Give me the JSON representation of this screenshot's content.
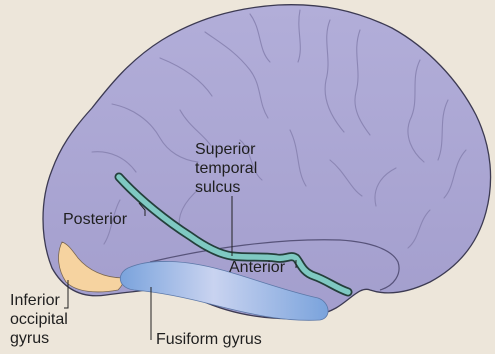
{
  "labels": {
    "superior_temporal_sulcus": [
      "Superior",
      "temporal",
      "sulcus"
    ],
    "posterior": "Posterior",
    "anterior": "Anterior",
    "inferior_occipital_gyrus": [
      "Inferior",
      "occipital",
      "gyrus"
    ],
    "fusiform_gyrus": "Fusiform gyrus"
  },
  "colors": {
    "background": "#ede6da",
    "brain_fill": "#aba6d3",
    "brain_outline": "#3c3a52",
    "brain_fold_lines": "#8b86b4",
    "sulcus_fill": "#7fc9c2",
    "sulcus_outline": "#243f3b",
    "fusiform_fill": "#8fb2e2",
    "occipital_fill": "#f6d3a0",
    "leader_lines": "#222222"
  }
}
